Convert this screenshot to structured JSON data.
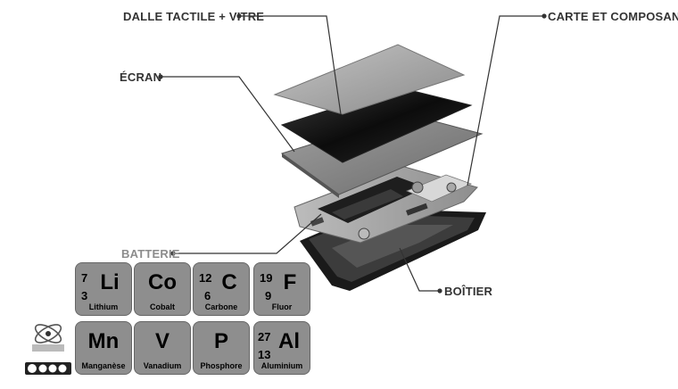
{
  "labels": {
    "touch_glass": "DALLE TACTILE + VITRE",
    "screen": "ÉCRAN",
    "board": "CARTE ET COMPOSANTS",
    "battery": "BATTERIE",
    "case": "BOÎTIER"
  },
  "elements": [
    {
      "symbol": "Li",
      "mass": "7",
      "number": "3",
      "name": "Lithium"
    },
    {
      "symbol": "Co",
      "mass": "",
      "number": "",
      "name": "Cobalt"
    },
    {
      "symbol": "C",
      "mass": "12",
      "number": "6",
      "name": "Carbone"
    },
    {
      "symbol": "F",
      "mass": "19",
      "number": "9",
      "name": "Fluor"
    },
    {
      "symbol": "Mn",
      "mass": "",
      "number": "",
      "name": "Manganèse"
    },
    {
      "symbol": "V",
      "mass": "",
      "number": "",
      "name": "Vanadium"
    },
    {
      "symbol": "P",
      "mass": "",
      "number": "",
      "name": "Phosphore"
    },
    {
      "symbol": "Al",
      "mass": "27",
      "number": "13",
      "name": "Aluminium"
    }
  ],
  "colors": {
    "tile": "#8e8e8e",
    "label_dark": "#333333",
    "label_light": "#8c8c8c"
  }
}
